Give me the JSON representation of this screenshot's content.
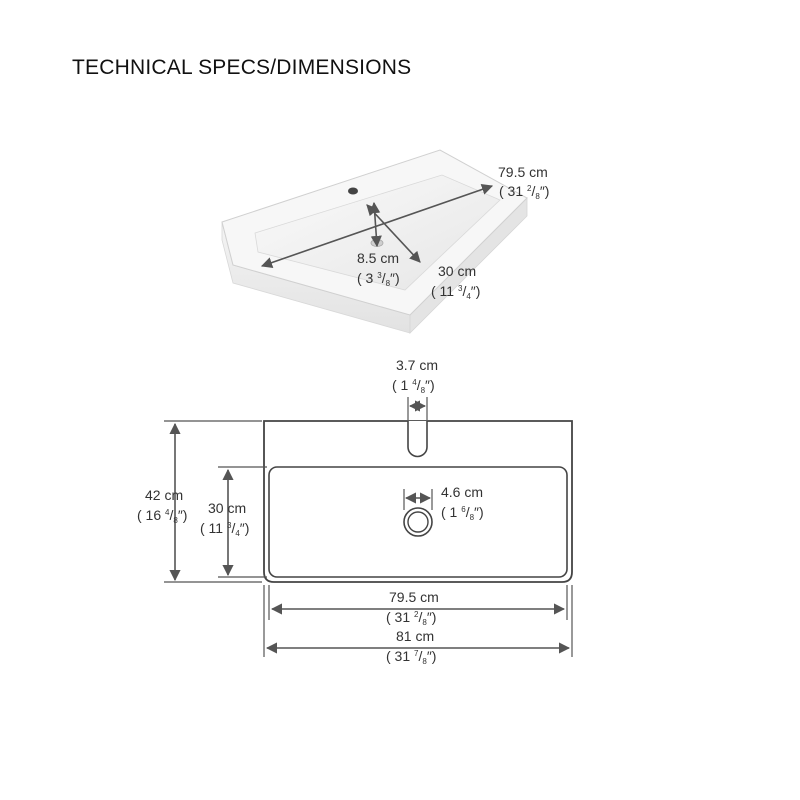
{
  "title": "TECHNICAL SPECS/DIMENSIONS",
  "colors": {
    "line": "#555555",
    "text": "#333333",
    "basin": "#f2f2f2"
  },
  "perspective": {
    "length": {
      "metric": "79.5 cm",
      "imp_whole": "( 31 ",
      "imp_num": "2",
      "imp_den": "8",
      "imp_close": "″)"
    },
    "depth": {
      "metric": "30 cm",
      "imp_whole": "( 11 ",
      "imp_num": "3",
      "imp_den": "4",
      "imp_close": "″)"
    },
    "tap_to_drain": {
      "metric": "8.5 cm",
      "imp_whole": "( 3 ",
      "imp_num": "3",
      "imp_den": "8",
      "imp_close": "″)"
    }
  },
  "plan": {
    "tap_hole": {
      "metric": "3.7 cm",
      "imp_whole": "( 1 ",
      "imp_num": "4",
      "imp_den": "8",
      "imp_close": "″)"
    },
    "drain": {
      "metric": "4.6 cm",
      "imp_whole": "( 1 ",
      "imp_num": "6",
      "imp_den": "8",
      "imp_close": "″)"
    },
    "overall_depth": {
      "metric": "42 cm",
      "imp_whole": "( 16 ",
      "imp_num": "4",
      "imp_den": "8",
      "imp_close": "″)"
    },
    "bowl_depth": {
      "metric": "30 cm",
      "imp_whole": "( 11 ",
      "imp_num": "3",
      "imp_den": "4",
      "imp_close": "″)"
    },
    "bowl_width": {
      "metric": "79.5 cm",
      "imp_whole": "( 31 ",
      "imp_num": "2",
      "imp_den": "8",
      "imp_close": "″)"
    },
    "overall_width": {
      "metric": "81 cm",
      "imp_whole": "( 31 ",
      "imp_num": "7",
      "imp_den": "8",
      "imp_close": "″)"
    }
  }
}
